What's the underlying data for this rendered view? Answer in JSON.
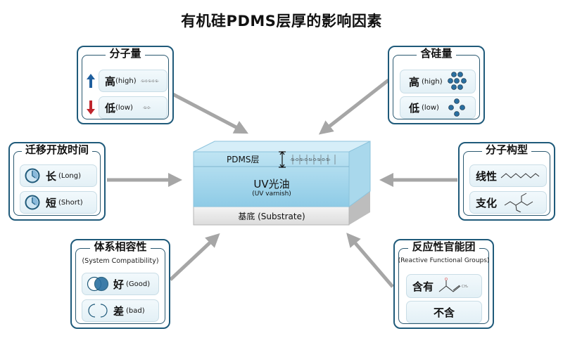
{
  "title": "有机硅PDMS层厚的影响因素",
  "center": {
    "pdms_label": "PDMS层",
    "pdms_chain": "-Si-O-Si-O-Si-O-Si-O-Si-",
    "uv_label": "UV光油",
    "uv_sub": "(UV varnish)",
    "substrate_label": "基底 (Substrate)"
  },
  "factors": {
    "molecular_weight": {
      "title": "分子量",
      "items": [
        {
          "main": "高",
          "sub": "(high)",
          "icon": "arrow-up-icon",
          "structure": "-Si-O-Si-O-Si-"
        },
        {
          "main": "低",
          "sub": "(low)",
          "icon": "arrow-down-icon",
          "structure": "-Si-O-"
        }
      ]
    },
    "silicon_content": {
      "title": "含硅量",
      "items": [
        {
          "main": "高",
          "sub": "(high)",
          "icon": "many-si-atoms-icon"
        },
        {
          "main": "低",
          "sub": "(low)",
          "icon": "few-si-atoms-icon"
        }
      ]
    },
    "migration_time": {
      "title": "迁移开放时间",
      "items": [
        {
          "main": "长",
          "sub": "(Long)",
          "icon": "clock-icon"
        },
        {
          "main": "短",
          "sub": "(Short)",
          "icon": "clock-icon"
        }
      ]
    },
    "molecular_structure": {
      "title": "分子构型",
      "items": [
        {
          "main": "线性",
          "icon": "linear-chain-icon"
        },
        {
          "main": "支化",
          "icon": "branched-chain-icon"
        }
      ]
    },
    "compatibility": {
      "title": "体系相容性",
      "subtitle": "(System Compatibility)",
      "items": [
        {
          "main": "好",
          "sub": "(Good)",
          "icon": "overlapping-circles-icon"
        },
        {
          "main": "差",
          "sub": "(bad)",
          "icon": "separated-shapes-icon"
        }
      ]
    },
    "functional_groups": {
      "title": "反应性官能团",
      "subtitle": "(Reactive Functional Groups)",
      "items": [
        {
          "main": "含有",
          "icon": "acrylate-structure-icon",
          "structure_label": "CH₂",
          "o_label": "O"
        },
        {
          "main": "不含"
        }
      ]
    }
  },
  "colors": {
    "card_border": "#1f5a7a",
    "arrow": "#a6a6a6",
    "up_arrow": "#1f5f9e",
    "down_arrow": "#c0262d",
    "liquid": "#9fd3ea"
  }
}
